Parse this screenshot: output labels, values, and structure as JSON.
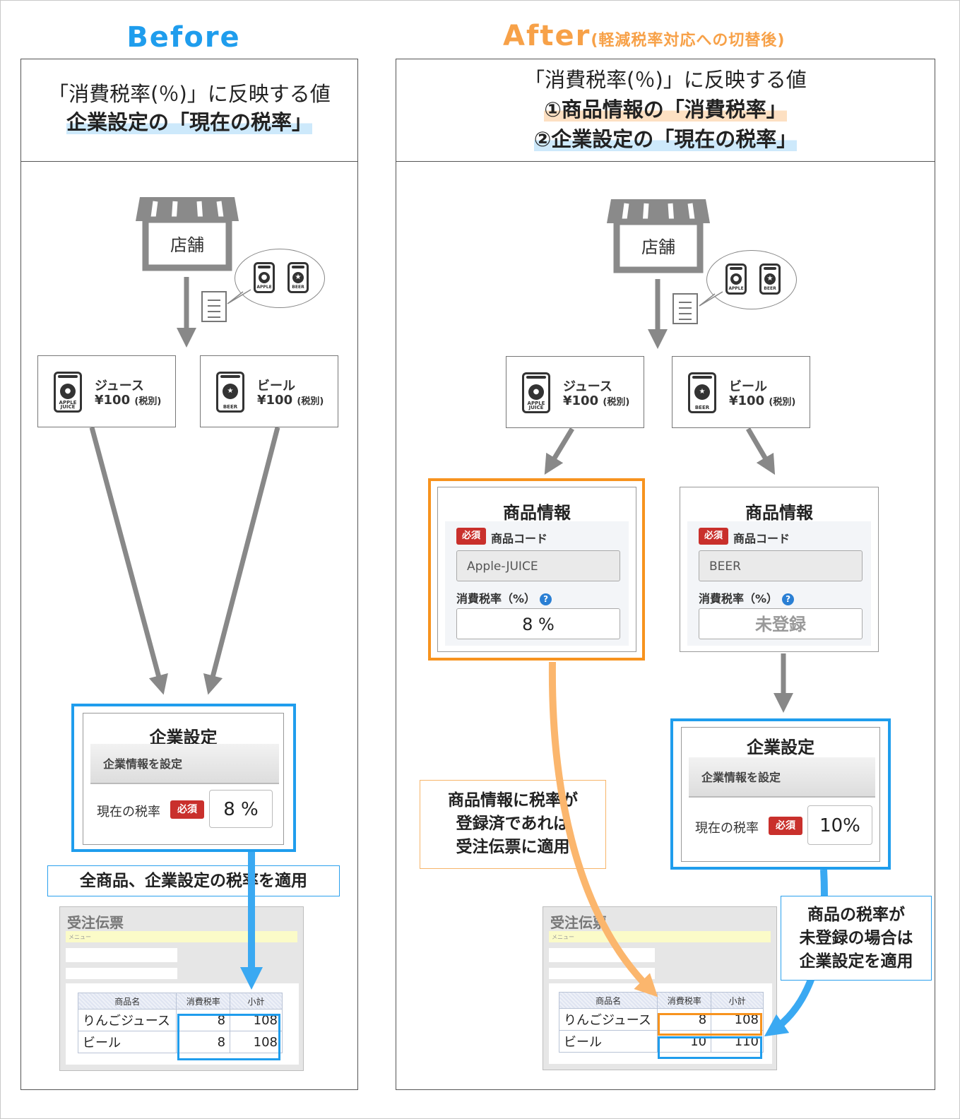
{
  "before": {
    "title": "Before",
    "header_line1": "「消費税率(％)」に反映する値",
    "header_line2": "企業設定の「現在の税率」",
    "store_label": "店舗",
    "products": [
      {
        "name": "ジュース",
        "price": "¥100",
        "tax_note": "(税別)",
        "can_text": "APPLE JUICE"
      },
      {
        "name": "ビール",
        "price": "¥100",
        "tax_note": "(税別)",
        "can_text": "BEER"
      }
    ],
    "settings": {
      "title": "企業設定",
      "section": "企業情報を設定",
      "rate_label": "現在の税率",
      "required": "必須",
      "rate_value": "8 %"
    },
    "callout": "全商品、企業設定の税率を適用",
    "order": {
      "title": "受注伝票",
      "menu": "メニュー",
      "columns": [
        "商品名",
        "消費税率",
        "小計"
      ],
      "rows": [
        {
          "name": "りんごジュース",
          "rate": "8",
          "subtotal": "108"
        },
        {
          "name": "ビール",
          "rate": "8",
          "subtotal": "108"
        }
      ]
    }
  },
  "after": {
    "title": "After",
    "title_note": "(軽減税率対応への切替後)",
    "header_line1": "「消費税率(％)」に反映する値",
    "header_line2": "①商品情報の「消費税率」",
    "header_line3": "②企業設定の「現在の税率」",
    "store_label": "店舗",
    "products": [
      {
        "name": "ジュース",
        "price": "¥100",
        "tax_note": "(税別)",
        "can_text": "APPLE JUICE"
      },
      {
        "name": "ビール",
        "price": "¥100",
        "tax_note": "(税別)",
        "can_text": "BEER"
      }
    ],
    "product_info": [
      {
        "title": "商品情報",
        "required": "必須",
        "code_label": "商品コード",
        "code_value": "Apple-JUICE",
        "rate_label": "消費税率（%）",
        "rate_value": "8 %"
      },
      {
        "title": "商品情報",
        "required": "必須",
        "code_label": "商品コード",
        "code_value": "BEER",
        "rate_label": "消費税率（%）",
        "rate_value": "未登録"
      }
    ],
    "settings": {
      "title": "企業設定",
      "section": "企業情報を設定",
      "rate_label": "現在の税率",
      "required": "必須",
      "rate_value": "10%"
    },
    "callout_orange": [
      "商品情報に税率が",
      "登録済であれば",
      "受注伝票に適用"
    ],
    "callout_blue": [
      "商品の税率が",
      "未登録の場合は",
      "企業設定を適用"
    ],
    "order": {
      "title": "受注伝票",
      "menu": "メニュー",
      "columns": [
        "商品名",
        "消費税率",
        "小計"
      ],
      "rows": [
        {
          "name": "りんごジュース",
          "rate": "8",
          "subtotal": "108"
        },
        {
          "name": "ビール",
          "rate": "10",
          "subtotal": "110"
        }
      ]
    }
  },
  "colors": {
    "before_title": "#1f9ded",
    "after_title": "#f7a148",
    "blue_accent": "#1f9ded",
    "orange_accent": "#f7931e",
    "required_badge": "#c9302c",
    "arrow_gray": "#888888"
  },
  "icons": [
    "store-icon",
    "document-icon",
    "apple-juice-can-icon",
    "beer-can-icon",
    "help-icon"
  ]
}
